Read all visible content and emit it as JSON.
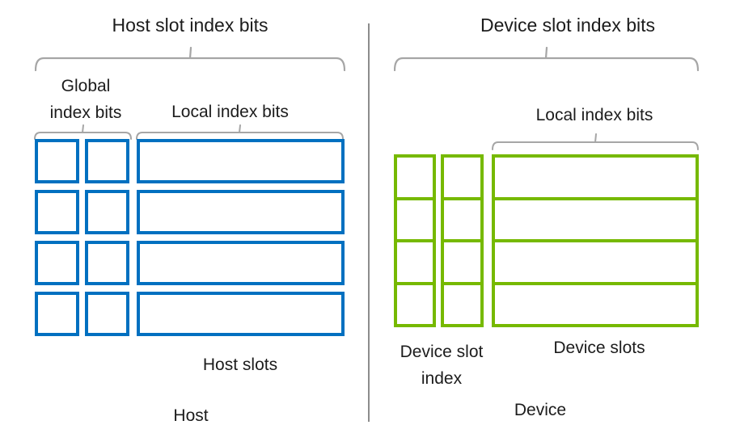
{
  "colors": {
    "host_accent": "#0070C0",
    "device_accent": "#76B900",
    "brace": "#a6a6a6",
    "divider": "#8c8c8c",
    "text": "#1c1c1c"
  },
  "host": {
    "title": "Host slot index bits",
    "global_label_line1": "Global",
    "global_label_line2": "index bits",
    "local_label": "Local index bits",
    "slots_label": "Host slots",
    "footer_label": "Host",
    "rows": 4
  },
  "device": {
    "title": "Device slot index bits",
    "local_label": "Local index bits",
    "slot_index_label_line1": "Device slot",
    "slot_index_label_line2": "index",
    "slots_label": "Device slots",
    "footer_label": "Device",
    "rows": 4
  }
}
